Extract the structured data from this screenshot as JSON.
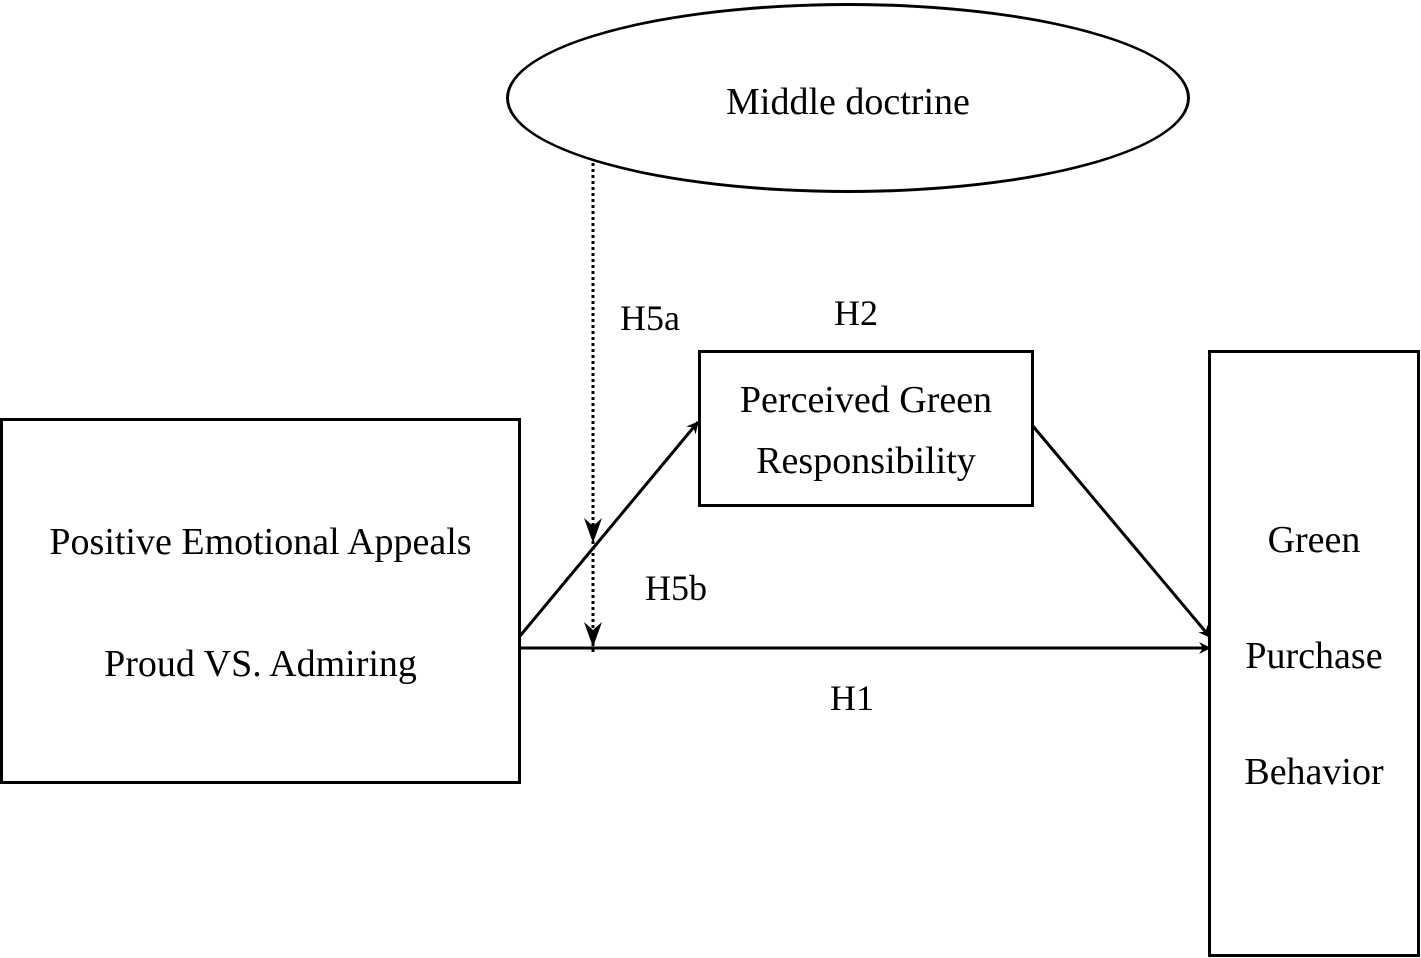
{
  "nodes": {
    "moderator": {
      "label": "Middle doctrine"
    },
    "independent": {
      "line1": "Positive Emotional Appeals",
      "line2": "Proud VS. Admiring"
    },
    "mediator": {
      "line1": "Perceived Green",
      "line2": "Responsibility"
    },
    "dependent": {
      "line1": "Green",
      "line2": "Purchase",
      "line3": "Behavior"
    }
  },
  "hypotheses": {
    "h1": "H1",
    "h2": "H2",
    "h5a": "H5a",
    "h5b": "H5b"
  }
}
